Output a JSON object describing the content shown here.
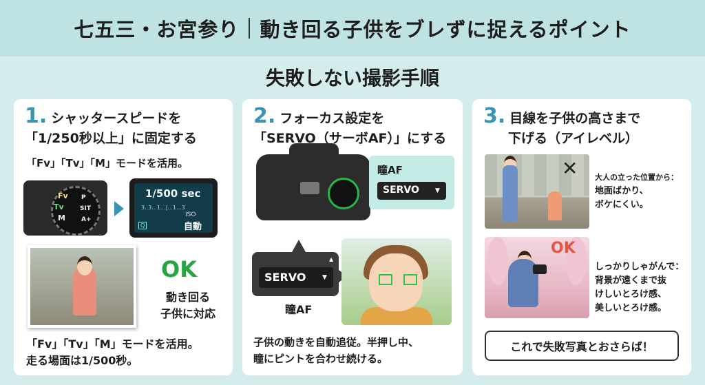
{
  "header": {
    "title_left": "七五三・お宮参り",
    "title_right": "動き回る子供をブレずに捉えるポイント"
  },
  "subtitle": "失敗しない撮影手順",
  "step1": {
    "num": "1.",
    "heading_l1": "シャッタースピードを",
    "heading_l2": "「1/250秒以上」に固定する",
    "mode_text": "「Fv」「Tv」「M」モードを活用。",
    "dial_labels": [
      "Fv",
      "Tv",
      "M",
      "P",
      "SIT",
      "A+"
    ],
    "lcd_speed": "1/500 sec",
    "lcd_scale": "3..3...1...|...1...3",
    "lcd_iso": "ISO",
    "lcd_auto": "自動",
    "lcd_qs": "Q",
    "ok": "OK",
    "ok_sub_l1": "動き回る",
    "ok_sub_l2": "子供に対応",
    "footer_l1": "「Fv」「Tv」「M」モードを活用。",
    "footer_l2": "走る場面は1/500秒。"
  },
  "step2": {
    "num": "2.",
    "heading_l1": "フォーカス設定を",
    "heading_l2": "「SERVO（サーボAF）」にする",
    "eye_af_title": "瞳AF",
    "servo_value": "SERVO",
    "bubble_value": "SERVO",
    "bubble_label": "瞳AF",
    "dropdown_arrow": "▼",
    "footer_l1": "子供の動きを自動追従。半押し中、",
    "footer_l2": "瞳にピントを合わせ続ける。"
  },
  "step3": {
    "num": "3.",
    "heading_l1": "目線を子供の高さまで",
    "heading_l2": "下げる（アイレベル）",
    "bad_mark": "✕",
    "bad_l1": "大人の立った位置から：",
    "bad_l2": "地面ばかり、",
    "bad_l3": "ボケにくい。",
    "ok": "OK",
    "good_l1": "しっかりしゃがんで：",
    "good_l2": "背景が遠くまで抜",
    "good_l3": "けしいとろけ感、",
    "good_l4": "美しいとろけ感。",
    "final": "これで失敗写真とおさらば！"
  },
  "colors": {
    "accent": "#3a94b4",
    "ok_green": "#26a542",
    "header_bg": "#bfe2e2",
    "page_bg": "#d4ecec",
    "ok_red": "#e35543"
  }
}
